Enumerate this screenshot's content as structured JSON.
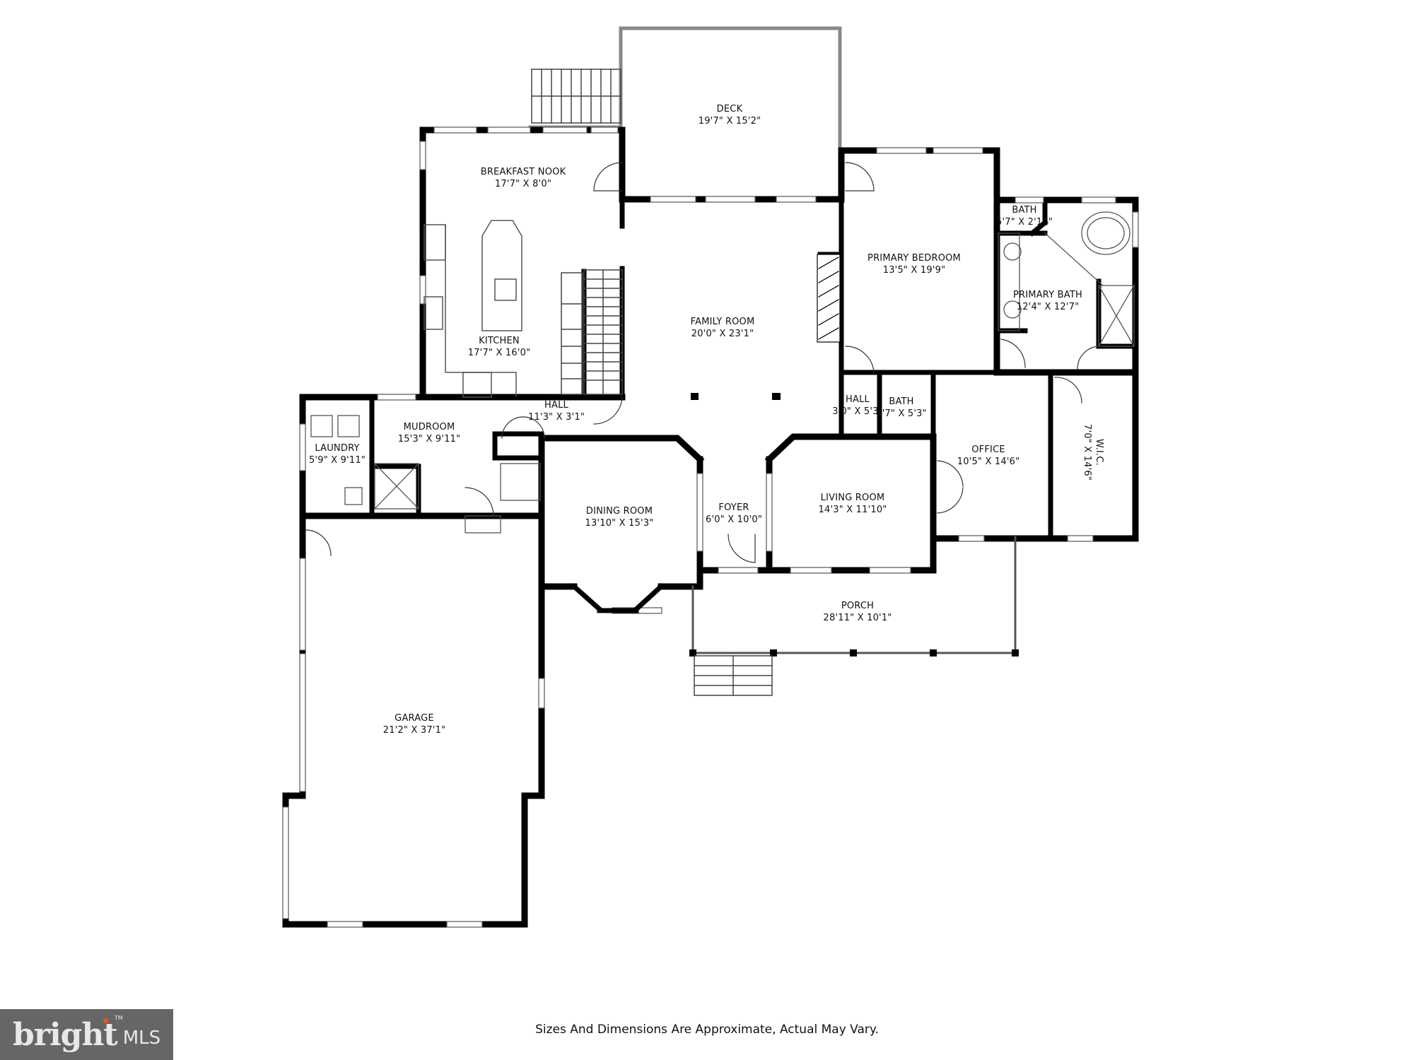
{
  "plan": {
    "rooms": {
      "deck": {
        "name": "DECK",
        "dim": "19'7\" X 15'2\""
      },
      "breakfast_nook": {
        "name": "BREAKFAST NOOK",
        "dim": "17'7\" X 8'0\""
      },
      "kitchen": {
        "name": "KITCHEN",
        "dim": "17'7\" X 16'0\""
      },
      "family_room": {
        "name": "FAMILY ROOM",
        "dim": "20'0\" X 23'1\""
      },
      "primary_bedroom": {
        "name": "PRIMARY BEDROOM",
        "dim": "13'5\" X 19'9\""
      },
      "bath_small": {
        "name": "BATH",
        "dim": "5'7\" X 2'10\""
      },
      "primary_bath": {
        "name": "PRIMARY BATH",
        "dim": "12'4\" X 12'7\""
      },
      "hall_kitchen": {
        "name": "HALL",
        "dim": "11'3\" X 3'1\""
      },
      "hall_east": {
        "name": "HALL",
        "dim": "3'0\" X 5'3\""
      },
      "bath_hall": {
        "name": "BATH",
        "dim": "4'7\" X 5'3\""
      },
      "office": {
        "name": "OFFICE",
        "dim": "10'5\" X 14'6\""
      },
      "wic": {
        "name": "W.I.C.",
        "dim": "7'0\" X 14'6\""
      },
      "mudroom": {
        "name": "MUDROOM",
        "dim": "15'3\" X 9'11\""
      },
      "laundry": {
        "name": "LAUNDRY",
        "dim": "5'9\" X 9'11\""
      },
      "dining_room": {
        "name": "DINING ROOM",
        "dim": "13'10\" X 15'3\""
      },
      "foyer": {
        "name": "FOYER",
        "dim": "6'0\" X 10'0\""
      },
      "living_room": {
        "name": "LIVING ROOM",
        "dim": "14'3\" X 11'10\""
      },
      "porch": {
        "name": "PORCH",
        "dim": "28'11\" X 10'1\""
      },
      "garage": {
        "name": "GARAGE",
        "dim": "21'2\" X 37'1\""
      }
    }
  },
  "footer": {
    "disclaimer": "Sizes And Dimensions Are Approximate, Actual May Vary.",
    "logo": {
      "word": "bright",
      "suffix": "MLS",
      "tm": "TM",
      "accent_color": "#e2572a",
      "bg_color": "#666666"
    }
  }
}
